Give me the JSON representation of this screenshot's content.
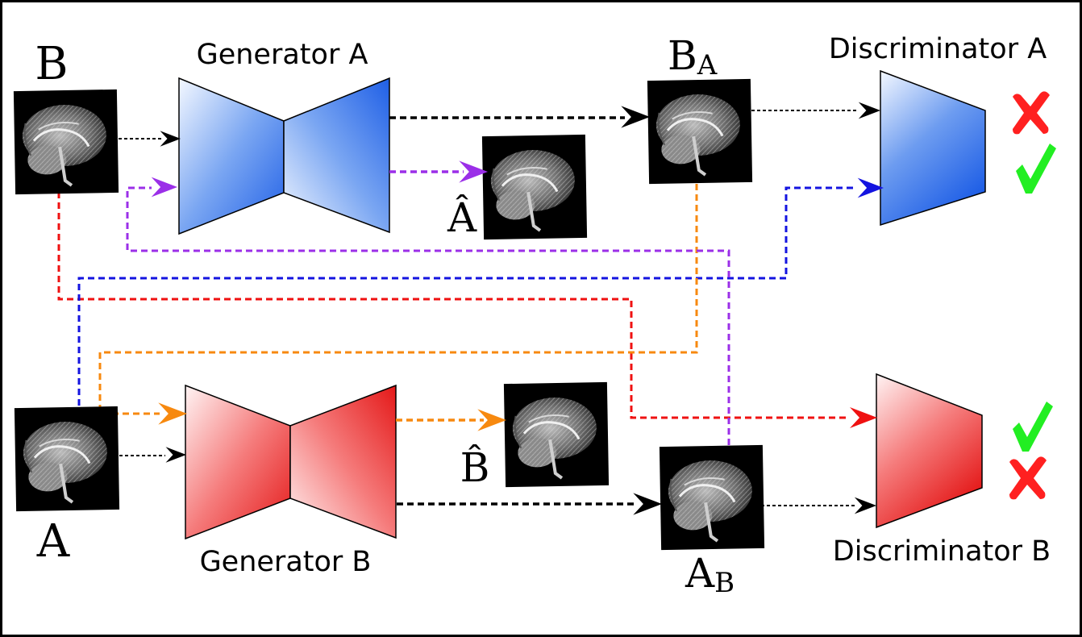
{
  "labels": {
    "generator_a": "Generator A",
    "generator_b": "Generator B",
    "discriminator_a": "Discriminator A",
    "discriminator_b": "Discriminator B",
    "input_b": "B",
    "input_a": "A",
    "recon_a": "Â",
    "recon_b": "B̂",
    "fake_b_base": "B",
    "fake_b_sub": "A",
    "fake_a_base": "A",
    "fake_a_sub": "B"
  },
  "marks": {
    "disc_a_fake": "cross-icon",
    "disc_a_real": "check-icon",
    "disc_b_real": "check-icon",
    "disc_b_fake": "cross-icon"
  },
  "colors": {
    "generator_a": "#2f6fe8",
    "generator_b": "#ee2a2a",
    "purple_flow": "#9b2fe8",
    "orange_flow": "#f7890f",
    "blue_flow": "#1414e0",
    "red_flow": "#ef1111",
    "cross": "#ff2020",
    "check": "#22ee22"
  }
}
